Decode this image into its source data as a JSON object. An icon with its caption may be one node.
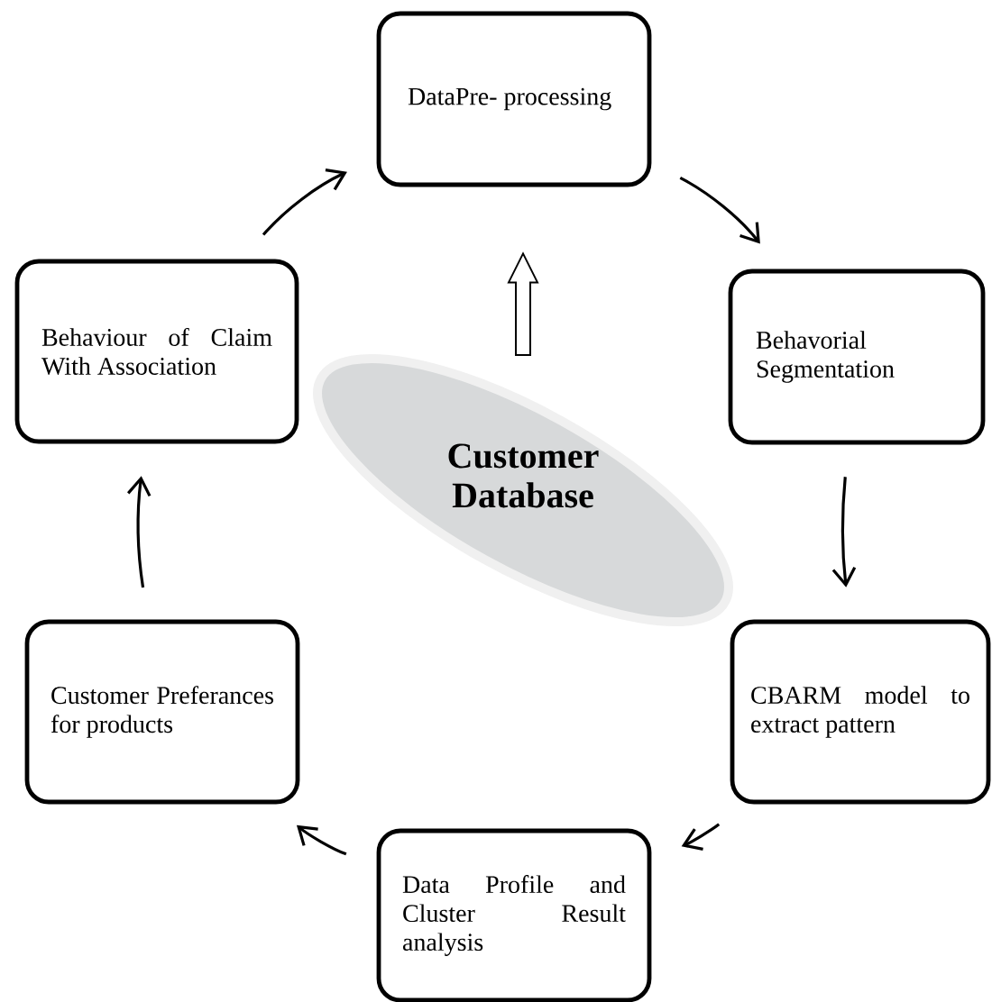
{
  "diagram": {
    "nodes": [
      {
        "text": [
          "DataPre- processing"
        ]
      },
      {
        "text": [
          "Behavorial Segmentation"
        ]
      },
      {
        "text": [
          "CBARM model to extract pattern"
        ]
      },
      {
        "text": [
          "Data Profile and Cluster Result analysis"
        ]
      },
      {
        "text": [
          "Customer Preferances for products"
        ]
      },
      {
        "text": [
          "Behaviour of Claim With Association"
        ]
      },
      {
        "text": [
          "Customer Database"
        ]
      }
    ],
    "edges": [
      {
        "from": 0,
        "to": 1,
        "arrow": "to"
      },
      {
        "from": 1,
        "to": 2,
        "arrow": "to"
      },
      {
        "from": 2,
        "to": 3,
        "arrow": "to"
      },
      {
        "from": 3,
        "to": 4,
        "arrow": "to"
      },
      {
        "from": 4,
        "to": 5,
        "arrow": "to"
      },
      {
        "from": 5,
        "to": 0,
        "arrow": "to"
      },
      {
        "from": 6,
        "to": 0,
        "arrow": "to",
        "style": "thick"
      }
    ]
  }
}
